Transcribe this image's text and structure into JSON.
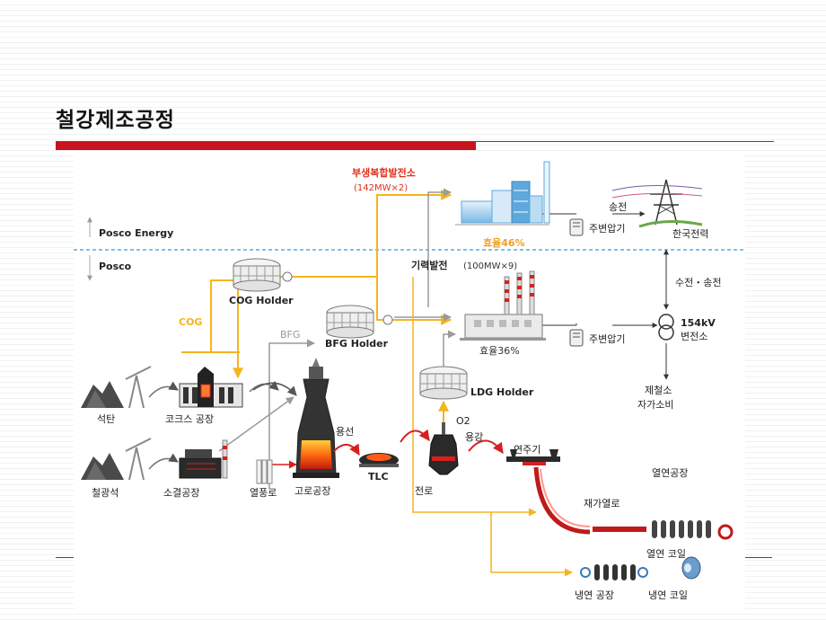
{
  "page": {
    "title": "철강제조공정"
  },
  "diagram": {
    "zones": {
      "upper": "Posco Energy",
      "lower": "Posco"
    },
    "by_product_plant": {
      "title": "부생복합발전소",
      "capacity": "(142MW×2)",
      "efficiency": "효율46%"
    },
    "thermal_plant": {
      "title": "기력발전",
      "capacity": "(100MW×9)",
      "efficiency": "효율36%"
    },
    "transformers": {
      "upper": "주변압기",
      "lower": "주변압기"
    },
    "grid": {
      "transmission": "송전",
      "kepco": "한국전력",
      "receive_send": "수전・송전",
      "substation_line1": "154kV",
      "substation_line2": "변전소",
      "self_use_line1": "제철소",
      "self_use_line2": "자가소비"
    },
    "holders": {
      "cog": "COG Holder",
      "bfg": "BFG Holder",
      "ldg": "LDG Holder"
    },
    "gases": {
      "cog": "COG",
      "bfg": "BFG",
      "o2": "O2"
    },
    "materials": {
      "coal": "석탄",
      "iron_ore": "철광석"
    },
    "plants": {
      "coke": "코크스 공장",
      "sinter": "소결공장",
      "hot_stove": "열풍로",
      "blast_furnace": "고로공장",
      "tlc": "TLC",
      "converter": "전로",
      "caster": "연주기",
      "hot_rolling": "열연공장",
      "reheat": "재가열로",
      "hot_coil": "열연 코일",
      "cold_rolling": "냉연 공장",
      "cold_coil": "냉연 코일"
    },
    "flows": {
      "molten_iron": "용선",
      "molten_steel": "용강"
    },
    "colors": {
      "gas_line": "#f5b41e",
      "flow_line": "#9a9a9a",
      "process_arrow": "#d62020",
      "highlight_text": "#e03018",
      "divider": "#62a8d8",
      "building_blue": "#5ea8dc",
      "furnace_dark": "#2c2c2c"
    },
    "icons": [
      "rock-pile-icon",
      "crane-icon",
      "pylon-icon",
      "transformer-icon",
      "gas-holder-icon",
      "chimney-icon",
      "ladle-icon",
      "coil-icon"
    ]
  }
}
